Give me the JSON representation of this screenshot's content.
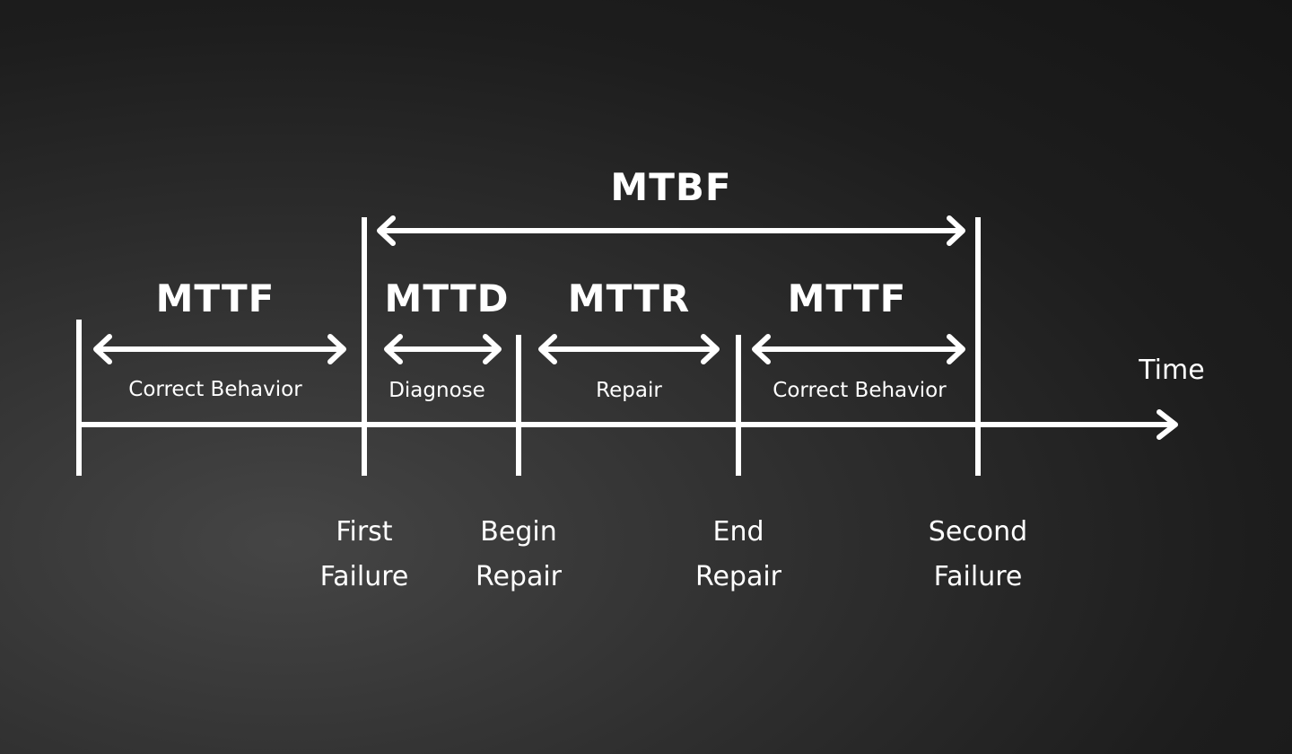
{
  "metrics": {
    "mtbf": "MTBF",
    "mttf_first": "MTTF",
    "mttd": "MTTD",
    "mttr": "MTTR",
    "mttf_second": "MTTF"
  },
  "phases": {
    "correct_behavior_first": "Correct Behavior",
    "diagnose": "Diagnose",
    "repair": "Repair",
    "correct_behavior_second": "Correct Behavior"
  },
  "events": {
    "first_failure": [
      "First",
      "Failure"
    ],
    "begin_repair": [
      "Begin",
      "Repair"
    ],
    "end_repair": [
      "End",
      "Repair"
    ],
    "second_failure": [
      "Second",
      "Failure"
    ]
  },
  "axis": {
    "label": "Time"
  }
}
